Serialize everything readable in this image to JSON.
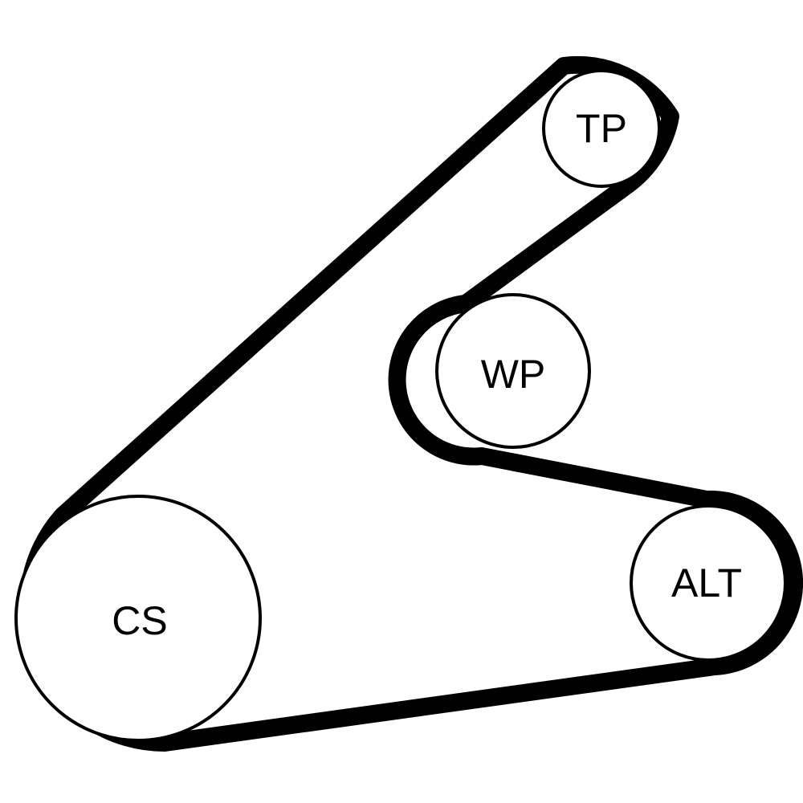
{
  "diagram": {
    "pulleys": [
      {
        "id": "tp",
        "label": "TP"
      },
      {
        "id": "wp",
        "label": "WP"
      },
      {
        "id": "alt",
        "label": "ALT"
      },
      {
        "id": "cs",
        "label": "CS"
      }
    ]
  },
  "colors": {
    "belt": "#000000",
    "pulley_outline": "#000000",
    "text": "#000000",
    "background": "#ffffff"
  }
}
